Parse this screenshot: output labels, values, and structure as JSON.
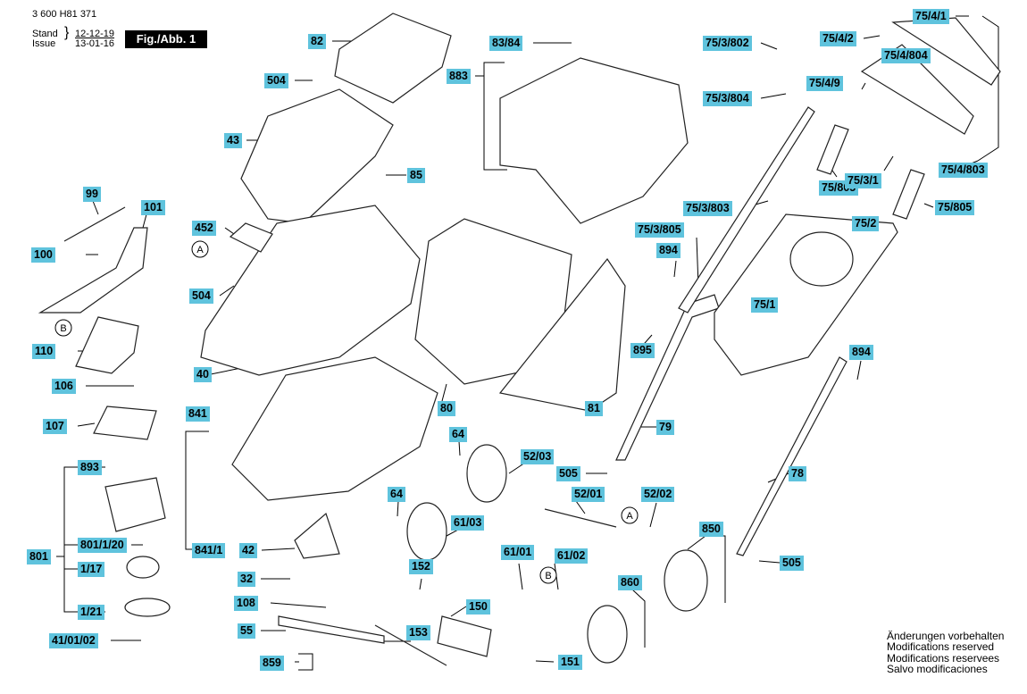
{
  "header": {
    "doc_number": "3 600 H81 371",
    "stand_label": "Stand",
    "issue_label": "Issue",
    "stand_date": "12-12-19",
    "issue_date": "13-01-16",
    "figure_label": "Fig./Abb. 1"
  },
  "callouts": {
    "c82": "82",
    "c8384": "83/84",
    "c883": "883",
    "c504a": "504",
    "c43": "43",
    "c85": "85",
    "c99": "99",
    "c101": "101",
    "c452": "452",
    "c100": "100",
    "c504b": "504",
    "c110": "110",
    "c40": "40",
    "c106": "106",
    "c107": "107",
    "c841": "841",
    "c893": "893",
    "c801": "801",
    "c801120": "801/1/20",
    "c117": "1/17",
    "c121": "1/21",
    "c410102": "41/01/02",
    "c8411": "841/1",
    "c42": "42",
    "c32": "32",
    "c108": "108",
    "c55": "55",
    "c859": "859",
    "c153": "153",
    "c150": "150",
    "c151": "151",
    "c152": "152",
    "c64a": "64",
    "c64b": "64",
    "c6103": "61/03",
    "c6101": "61/01",
    "c6102": "61/02",
    "c5203": "52/03",
    "c505a": "505",
    "c5201": "52/01",
    "c5202": "52/02",
    "c860": "860",
    "c850": "850",
    "c80": "80",
    "c81": "81",
    "c79": "79",
    "c78": "78",
    "c505b": "505",
    "c895": "895",
    "c894a": "894",
    "c894b": "894",
    "c753805": "75/3/805",
    "c751": "75/1",
    "c752": "75/2",
    "c753803": "75/3/803",
    "c75805a": "75/805",
    "c75805b": "75/805",
    "c7531": "75/3/1",
    "c753802": "75/3/802",
    "c753804": "75/3/804",
    "c7549": "75/4/9",
    "c7542": "75/4/2",
    "c7541": "75/4/1",
    "c754804": "75/4/804",
    "c754803": "75/4/803"
  },
  "markers": {
    "a1": "A",
    "a2": "A",
    "b1": "B",
    "b2": "B"
  },
  "notes": [
    "Änderungen vorbehalten",
    "Modifications reserved",
    "Modifications reservees",
    "Salvo modificaciones"
  ]
}
